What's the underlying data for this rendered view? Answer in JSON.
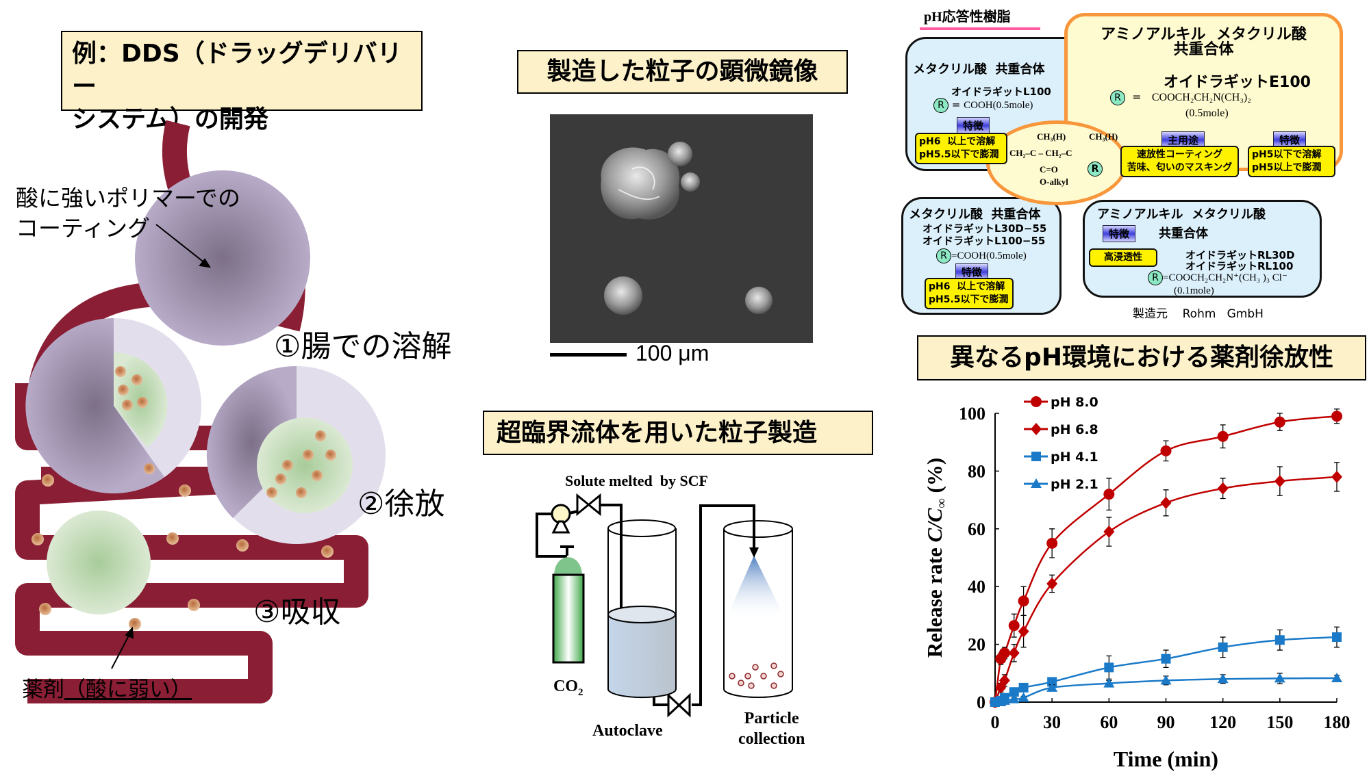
{
  "left": {
    "title_line1": "例：DDS（ドラッグデリバリー",
    "title_line2": "システム）の開発",
    "coating_label_line1": "酸に強いポリマーでの",
    "coating_label_line2": "コーティング",
    "step1": "①腸での溶解",
    "step2": "②徐放",
    "step3": "③吸収",
    "drug_label_prefix": "薬剤",
    "drug_label_note": "（酸に弱い）",
    "colors": {
      "intestine": "#8a1e35",
      "coating": "#a79bb8",
      "core": "#cfe3c4",
      "drug": "#d39a6a"
    }
  },
  "micro": {
    "title": "製造した粒子の顕微鏡像",
    "scale_label": "100 μm"
  },
  "scf": {
    "title": "超臨界流体を用いた粒子製造",
    "solute_label": "Solute melted  by SCF",
    "co2_label": "CO",
    "co2_sub": "2",
    "autoclave_label": "Autoclave",
    "particle_label_line1": "Particle",
    "particle_label_line2": "collection"
  },
  "resin": {
    "heading": "pH応答性樹脂",
    "box1": {
      "title": "メタクリル酸  共重合体",
      "product": "オイドラギットL100",
      "r_value": "COOH(0.5mole)",
      "tag": "特徴",
      "feature1": "pH6  以上で溶解",
      "feature2": "pH5.5以下で膨潤"
    },
    "box2": {
      "title1": "アミノアルキル  メタクリル酸",
      "title2": "共重合体",
      "product": "オイドラギットE100",
      "r_value": "COOCH₂CH₂N(CH₃)₂",
      "r_mole": "(0.5mole)",
      "tag_use": "主用途",
      "use1": "速放性コーティング",
      "use2": "苦味、匂いのマスキング",
      "tag_feature": "特徴",
      "feature1": "pH5以下で溶解",
      "feature2": "pH5以上で膨潤"
    },
    "structure": {
      "top_left": "CH₃(H)",
      "top_right": "CH₃(H)",
      "chain": "CH₂–C – CH₂–C",
      "carbonyl": "C=O",
      "alkyl": "O-alkyl"
    },
    "box3": {
      "title": "メタクリル酸  共重合体",
      "product1": "オイドラギットL30D−55",
      "product2": "オイドラギットL100−55",
      "r_value": "=COOH(0.5mole)",
      "tag": "特徴",
      "feature1": "pH6  以上で溶解",
      "feature2": "pH5.5以下で膨潤"
    },
    "box4": {
      "title1": "アミノアルキル  メタクリル酸",
      "title2": "共重合体",
      "tag": "特徴",
      "feature": "高浸透性",
      "product1": "オイドラギットRL30D",
      "product2": "オイドラギットRL100",
      "r_value": "=COOCH₂CH₂N⁺(CH₃ )₃ Cl⁻",
      "r_mole": "(0.1mole)"
    },
    "r_symbol": "R",
    "eq": "=",
    "maker": "製造元    Rohm   GmbH"
  },
  "chart_title": "異なるpH環境における薬剤徐放性",
  "chart_data": {
    "type": "line",
    "title": "異なるpH環境における薬剤徐放性",
    "xlabel": "Time (min)",
    "ylabel_prefix": "Release rate ",
    "ylabel_italic": "C/C",
    "ylabel_sub": "∞",
    "ylabel_suffix": " (%)",
    "xlim": [
      0,
      180
    ],
    "ylim": [
      0,
      100
    ],
    "xticks": [
      0,
      30,
      60,
      90,
      120,
      150,
      180
    ],
    "yticks": [
      0,
      20,
      40,
      60,
      80,
      100
    ],
    "legend_position": "top-left",
    "x": [
      0,
      3,
      5,
      10,
      15,
      30,
      60,
      90,
      120,
      150,
      180
    ],
    "series": [
      {
        "name": "pH 8.0",
        "color": "#c00000",
        "marker": "circle",
        "values": [
          0,
          15,
          17,
          26.5,
          35,
          55,
          72,
          87,
          92,
          97,
          99
        ],
        "errors": [
          0,
          2,
          2,
          4,
          5,
          5,
          5.5,
          3.5,
          4,
          3,
          2.5
        ]
      },
      {
        "name": "pH 6.8",
        "color": "#c00000",
        "marker": "diamond",
        "values": [
          0,
          5,
          7.5,
          17,
          24.5,
          41,
          59,
          69,
          74,
          76.5,
          78
        ],
        "errors": [
          0,
          1.5,
          2,
          3,
          5.5,
          3,
          5,
          4.5,
          3.5,
          5,
          5
        ]
      },
      {
        "name": "pH 4.1",
        "color": "#1a7ac8",
        "marker": "square",
        "values": [
          0,
          0.5,
          1.5,
          3.5,
          5,
          7,
          12,
          15,
          19,
          21.5,
          22.5
        ],
        "errors": [
          0,
          0.5,
          0.5,
          1,
          1,
          1.5,
          4,
          3,
          3.5,
          3.5,
          3.5
        ]
      },
      {
        "name": "pH 2.1",
        "color": "#1a7ac8",
        "marker": "triangle",
        "values": [
          0,
          0,
          0.5,
          1,
          1.5,
          5,
          6.5,
          7.5,
          8,
          8.2,
          8.3
        ],
        "errors": [
          0,
          0,
          0.3,
          0.5,
          0.5,
          1,
          1,
          1.5,
          1.5,
          1.8,
          1
        ]
      }
    ]
  }
}
